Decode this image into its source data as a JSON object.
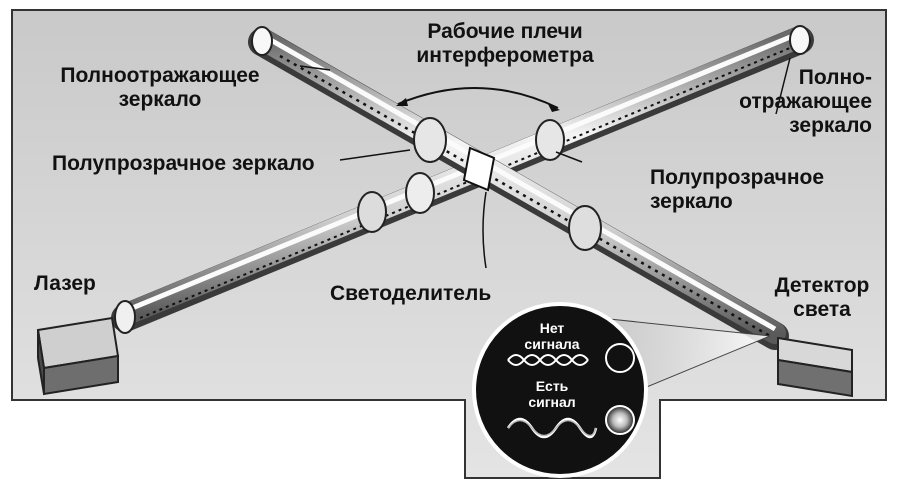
{
  "labels": {
    "working_arms_line1": "Рабочие плечи",
    "working_arms_line2": "интерферометра",
    "full_mirror_left_line1": "Полноотражающее",
    "full_mirror_left_line2": "зеркало",
    "full_mirror_right_line1": "Полно-",
    "full_mirror_right_line2": "отражающее",
    "full_mirror_right_line3": "зеркало",
    "semi_mirror_left": "Полупрозрачное зеркало",
    "semi_mirror_right_line1": "Полупрозрачное",
    "semi_mirror_right_line2": "зеркало",
    "laser": "Лазер",
    "beam_splitter": "Светоделитель",
    "detector_line1": "Детектор",
    "detector_line2": "света"
  },
  "inset": {
    "no_signal_line1": "Нет",
    "no_signal_line2": "сигнала",
    "signal_line1": "Есть",
    "signal_line2": "сигнал"
  },
  "colors": {
    "background_panel": "#d6d6d6",
    "tube_dark": "#555555",
    "tube_light": "#f2f2f2",
    "inset_background": "#111111",
    "text": "#111111"
  }
}
